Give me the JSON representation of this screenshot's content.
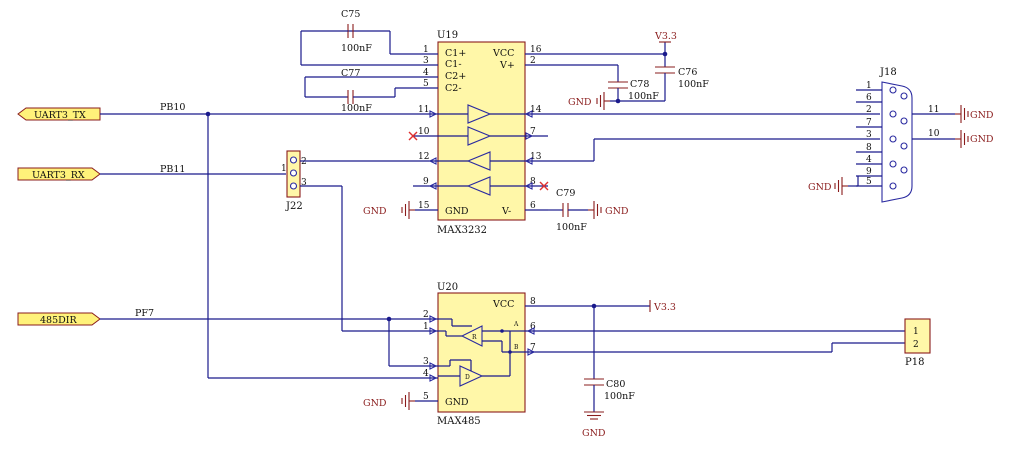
{
  "ports": {
    "uart_tx": "UART3_TX",
    "uart_rx": "UART3_RX",
    "dir": "485DIR"
  },
  "nets": {
    "pb10": "PB10",
    "pb11": "PB11",
    "pf7": "PF7",
    "v33_top": "V3.3",
    "v33_mid": "V3.3"
  },
  "gnd_label": "GND",
  "u19": {
    "ref": "U19",
    "name": "MAX3232",
    "pins_left": [
      "C1+",
      "C1-",
      "C2+",
      "C2-",
      "GND"
    ],
    "pins_right": [
      "VCC",
      "V+",
      "V-"
    ],
    "pin_nums": [
      "1",
      "3",
      "4",
      "5",
      "11",
      "10",
      "12",
      "9",
      "15",
      "16",
      "2",
      "14",
      "7",
      "13",
      "8",
      "6"
    ]
  },
  "u20": {
    "ref": "U20",
    "name": "MAX485",
    "pins": [
      "VCC",
      "GND"
    ],
    "pin_nums": [
      "2",
      "1",
      "3",
      "4",
      "5",
      "8",
      "6",
      "7"
    ],
    "small": [
      "R",
      "D",
      "A",
      "B"
    ]
  },
  "caps": {
    "c75": {
      "ref": "C75",
      "val": "100nF"
    },
    "c77": {
      "ref": "C77",
      "val": "100nF"
    },
    "c78": {
      "ref": "C78",
      "val": "100nF"
    },
    "c76": {
      "ref": "C76",
      "val": "100nF"
    },
    "c79": {
      "ref": "C79",
      "val": "100nF"
    },
    "c80": {
      "ref": "C80",
      "val": "100nF"
    }
  },
  "j18": {
    "ref": "J18",
    "pins": [
      "1",
      "6",
      "2",
      "7",
      "3",
      "8",
      "4",
      "9",
      "5"
    ],
    "shell": [
      "11",
      "10"
    ]
  },
  "j22": {
    "ref": "J22",
    "pins": [
      "2",
      "1",
      "3"
    ]
  },
  "p18": {
    "ref": "P18",
    "pins": [
      "1",
      "2"
    ]
  }
}
